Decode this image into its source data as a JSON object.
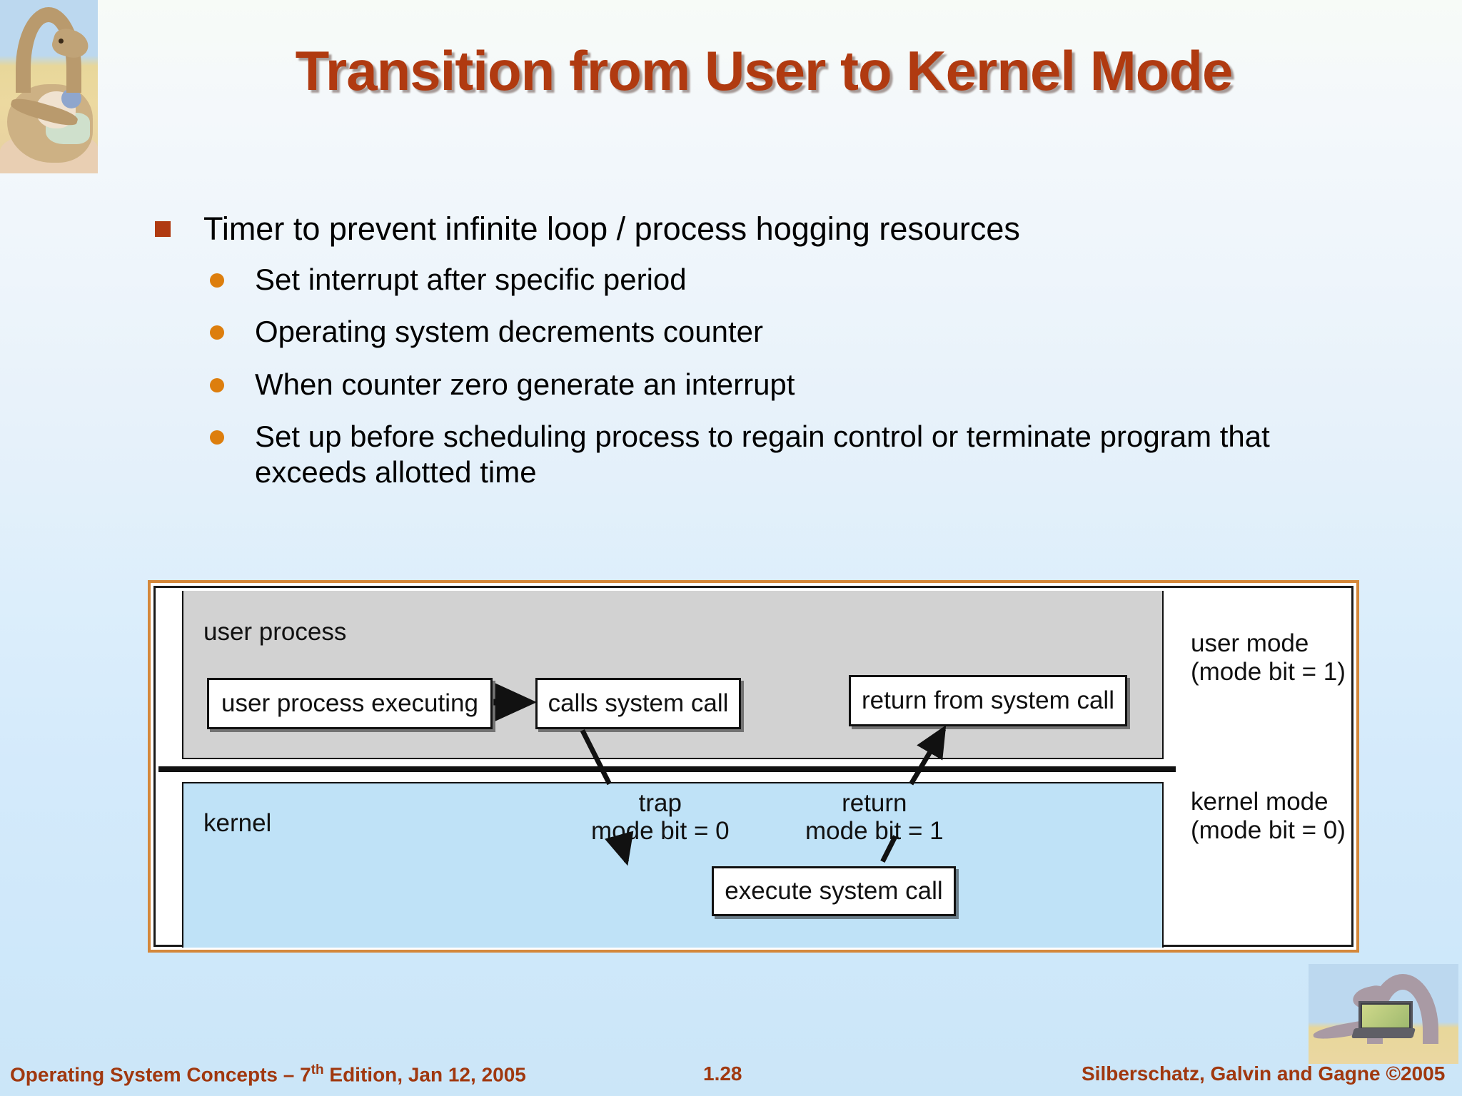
{
  "slide": {
    "title": "Transition from User to Kernel Mode",
    "title_color": "#b03a10",
    "background_top": "#f7fbf7",
    "background_bottom": "#cbe6f8"
  },
  "bullets": {
    "level1": [
      {
        "text": "Timer to prevent infinite loop / process hogging resources",
        "marker_color": "#b03a10"
      }
    ],
    "level2": [
      {
        "text": "Set interrupt after specific period",
        "marker_color": "#dd7e0d"
      },
      {
        "text": "Operating system decrements counter",
        "marker_color": "#dd7e0d"
      },
      {
        "text": "When counter zero generate an interrupt",
        "marker_color": "#dd7e0d"
      },
      {
        "text": "Set up before scheduling process to regain control or terminate program that exceeds allotted time",
        "marker_color": "#dd7e0d"
      }
    ]
  },
  "diagram": {
    "frame_border_color": "#d4873a",
    "user_region": {
      "label": "user process",
      "fill": "#d2d2d2"
    },
    "kernel_region": {
      "label": "kernel",
      "fill": "#bfe2f7"
    },
    "boxes": {
      "user_process_executing": "user process executing",
      "calls_system_call": "calls system call",
      "return_from_system_call": "return from system call",
      "execute_system_call": "execute system call"
    },
    "annotations": {
      "trap_title": "trap",
      "trap_detail": "mode bit = 0",
      "return_title": "return",
      "return_detail": "mode bit = 1"
    },
    "mode_labels": {
      "user_mode_title": "user mode",
      "user_mode_detail": "(mode bit = 1)",
      "kernel_mode_title": "kernel mode",
      "kernel_mode_detail": "(mode bit = 0)"
    }
  },
  "logos": {
    "top_left": "dinosaur-illustration",
    "bottom_right": "dinosaur-with-laptop-illustration"
  },
  "footer": {
    "left_prefix": "Operating System Concepts – 7",
    "left_sup": "th",
    "left_suffix": " Edition, Jan 12, 2005",
    "slide_number": "1.28",
    "right": "Silberschatz, Galvin and Gagne ©2005",
    "color": "#a0380f"
  }
}
